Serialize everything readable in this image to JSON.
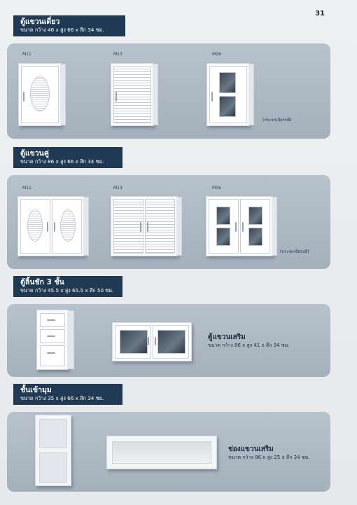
{
  "page_number": "31",
  "sections": [
    {
      "title": "ตู้แขวนเดี่ยว",
      "dimensions": "ขนาด กว้าง 46 x สูง 66 x ลึก 34 ซม.",
      "models": [
        "M11",
        "M13",
        "M16"
      ],
      "note": "(กระจกเจียรปลี)"
    },
    {
      "title": "ตู้แขวนคู่",
      "dimensions": "ขนาด กว้าง 86 x สูง 66 x ลึก 34 ซม.",
      "models": [
        "M11",
        "M13",
        "M16"
      ],
      "note": "(กระจกเจียรปลี)"
    },
    {
      "title": "ตู้ลิ้นชัก 3 ชั้น",
      "dimensions": "ขนาด กว้าง 45.5 x สูง 65.5 x ลึก 50 ซม.",
      "extra_title": "ตู้แขวนเสริม",
      "extra_dimensions": "ขนาด กว้าง 86 x สูง 41 x ลึก 34 ซม."
    },
    {
      "title": "ชั้นเข้ามุม",
      "dimensions": "ขนาด กว้าง 35 x สูง 66 x ลึก 34 ซม.",
      "extra_title": "ช่องแขวนเสริม",
      "extra_dimensions": "ขนาด กว้าง 86 x สูง 25 x ลึก 34 ซม."
    }
  ]
}
